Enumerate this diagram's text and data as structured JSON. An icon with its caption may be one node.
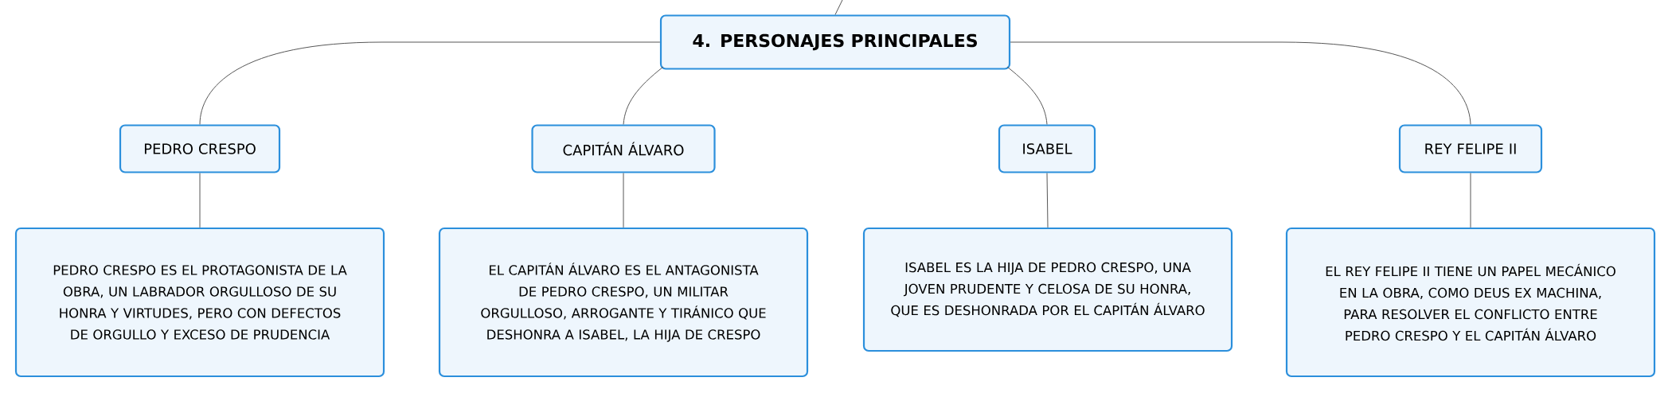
{
  "diagram": {
    "nodes": [
      {
        "text": [
          "4. PERSONAJES PRINCIPALES"
        ]
      },
      {
        "text": [
          "PEDRO CRESPO"
        ]
      },
      {
        "text": [
          "CAPITÁN ÁLVARO"
        ]
      },
      {
        "text": [
          "ISABEL"
        ]
      },
      {
        "text": [
          "REY FELIPE II"
        ]
      },
      {
        "text": [
          "PEDRO CRESPO ES EL PROTAGONISTA DE LA OBRA, UN LABRADOR ORGULLOSO DE SU HONRA Y VIRTUDES, PERO CON DEFECTOS DE ORGULLO Y EXCESO DE PRUDENCIA"
        ]
      },
      {
        "text": [
          "EL CAPITÁN ÁLVARO ES EL ANTAGONISTA DE PEDRO CRESPO, UN MILITAR ORGULLOSO, ARROGANTE Y TIRÁNICO QUE DESHONRA A ISABEL, LA HIJA DE CRESPO"
        ]
      },
      {
        "text": [
          "ISABEL ES LA HIJA DE PEDRO CRESPO, UNA JOVEN PRUDENTE Y CELOSA DE SU HONRA, QUE ES DESHONRADA POR EL CAPITÁN ÁLVARO"
        ]
      },
      {
        "text": [
          "EL REY FELIPE II TIENE UN PAPEL MECÁNICO EN LA OBRA, COMO DEUS EX MACHINA, PARA RESOLVER EL CONFLICTO ENTRE PEDRO CRESPO Y EL CAPITÁN ÁLVARO"
        ]
      }
    ],
    "edges": [
      {
        "from": null,
        "to": 0,
        "arrow": "none"
      },
      {
        "from": 0,
        "to": 1,
        "arrow": "none"
      },
      {
        "from": 0,
        "to": 2,
        "arrow": "none"
      },
      {
        "from": 0,
        "to": 3,
        "arrow": "none"
      },
      {
        "from": 0,
        "to": 4,
        "arrow": "none"
      },
      {
        "from": 1,
        "to": 5,
        "arrow": "none"
      },
      {
        "from": 2,
        "to": 6,
        "arrow": "none"
      },
      {
        "from": 3,
        "to": 7,
        "arrow": "none"
      },
      {
        "from": 4,
        "to": 8,
        "arrow": "none"
      }
    ]
  }
}
